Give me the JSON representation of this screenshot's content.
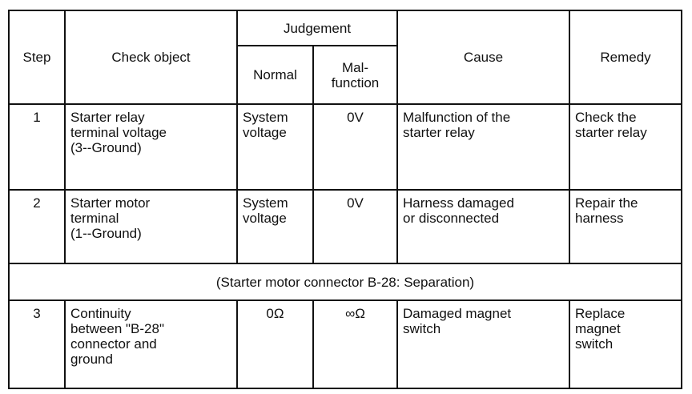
{
  "headers": {
    "step": "Step",
    "check_object": "Check object",
    "judgement": "Judgement",
    "normal": "Normal",
    "malfunction_line1": "Mal-",
    "malfunction_line2": "function",
    "cause": "Cause",
    "remedy": "Remedy"
  },
  "rows": [
    {
      "step": "1",
      "check_object": [
        "Starter relay",
        "terminal voltage",
        "(3--Ground)"
      ],
      "normal": [
        "System",
        "voltage"
      ],
      "malfunction": "0V",
      "cause": [
        "Malfunction of the",
        "starter relay"
      ],
      "remedy": [
        "Check the",
        "starter relay"
      ]
    },
    {
      "step": "2",
      "check_object": [
        "Starter motor",
        "terminal",
        "(1--Ground)"
      ],
      "normal": [
        "System",
        "voltage"
      ],
      "malfunction": "0V",
      "cause": [
        "Harness damaged",
        "or disconnected"
      ],
      "remedy": [
        "Repair the",
        "harness"
      ]
    },
    {
      "step": "3",
      "check_object": [
        "Continuity",
        "between \"B-28\"",
        "connector and",
        "ground"
      ],
      "normal": [
        "0Ω"
      ],
      "malfunction": "∞Ω",
      "cause": [
        "Damaged magnet",
        "switch"
      ],
      "remedy": [
        "Replace",
        "magnet",
        "switch"
      ]
    }
  ],
  "note": "(Starter motor connector B-28: Separation)"
}
